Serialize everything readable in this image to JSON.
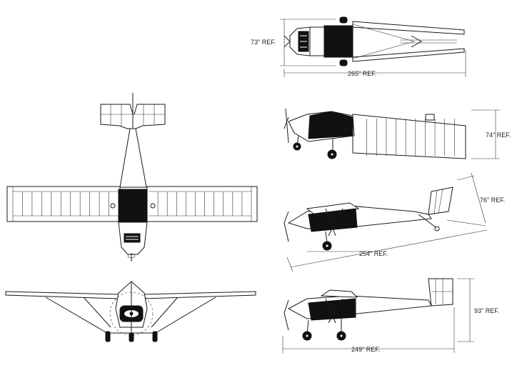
{
  "dimensions": {
    "top_width": "73\" REF.",
    "top_length": "265\" REF.",
    "folded_height": "74\" REF.",
    "tilted_height": "76\" REF.",
    "tilted_length": "254\" REF.",
    "side_height": "93\" REF.",
    "side_length": "249\" REF."
  },
  "colors": {
    "ink": "#1a1a1a",
    "fill_dark": "#111111",
    "paper": "#ffffff"
  }
}
